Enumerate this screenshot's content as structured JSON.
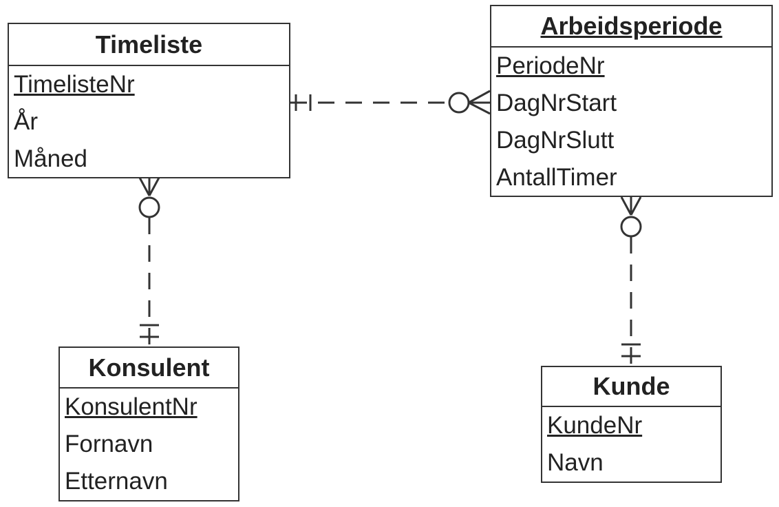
{
  "entities": {
    "timeliste": {
      "name": "Timeliste",
      "attributes": [
        "TimelisteNr",
        "År",
        "Måned"
      ]
    },
    "arbeidsperiode": {
      "name": "Arbeidsperiode",
      "attributes": [
        "PeriodeNr",
        "DagNrStart",
        "DagNrSlutt",
        "AntallTimer"
      ]
    },
    "konsulent": {
      "name": "Konsulent",
      "attributes": [
        "KonsulentNr",
        "Fornavn",
        "Etternavn"
      ]
    },
    "kunde": {
      "name": "Kunde",
      "attributes": [
        "KundeNr",
        "Navn"
      ]
    }
  },
  "relationships": [
    {
      "from": "Timeliste",
      "from_cardinality": "one and only one",
      "to": "Arbeidsperiode",
      "to_cardinality": "zero or many"
    },
    {
      "from": "Konsulent",
      "from_cardinality": "one and only one",
      "to": "Timeliste",
      "to_cardinality": "zero or many"
    },
    {
      "from": "Kunde",
      "from_cardinality": "one and only one",
      "to": "Arbeidsperiode",
      "to_cardinality": "zero or many"
    }
  ],
  "colors": {
    "line": "#333333",
    "text": "#222222",
    "background": "#ffffff"
  }
}
